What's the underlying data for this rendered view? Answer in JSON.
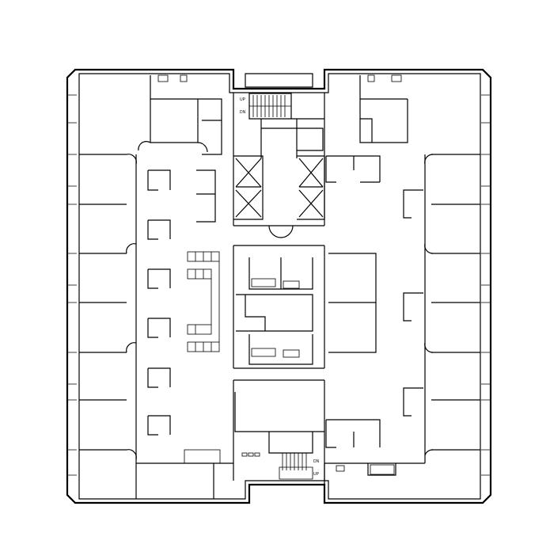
{
  "plan": {
    "stair_labels": {
      "top_up": "UP",
      "top_down": "DN",
      "bottom_down": "DN",
      "bottom_up": "UP"
    },
    "colors": {
      "line": "#000000",
      "background": "#ffffff"
    }
  }
}
